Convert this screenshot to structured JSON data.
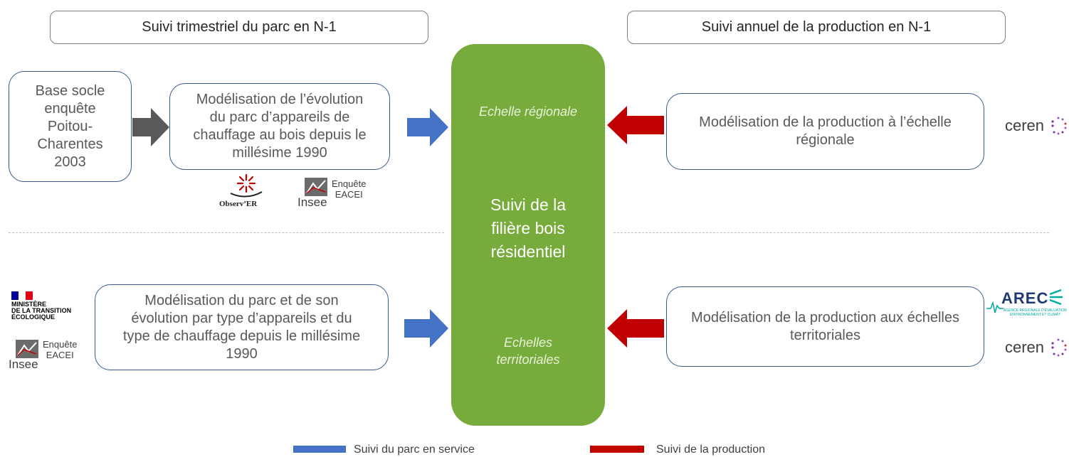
{
  "headers": {
    "left": "Suivi trimestriel du parc en N-1",
    "right": "Suivi annuel de la production en N-1"
  },
  "boxes": {
    "base_socle": [
      "Base socle",
      "enquête",
      "Poitou-",
      "Charentes",
      "2003"
    ],
    "modelisation_evolution": [
      "Modélisation de l’évolution",
      "du parc d’appareils de",
      "chauffage au bois depuis le",
      "millésime 1990"
    ],
    "production_regionale": [
      "Modélisation de la production à l’échelle",
      "régionale"
    ],
    "parc_type": [
      "Modélisation du parc et de son",
      "évolution par type d’appareils et du",
      "type de chauffage depuis le millésime",
      "1990"
    ],
    "production_territoriale": [
      "Modélisation de la production aux échelles",
      "territoriales"
    ]
  },
  "center": {
    "top_label": "Echelle régionale",
    "main": [
      "Suivi de la",
      "filière bois",
      "résidentiel"
    ],
    "bottom_label": [
      "Echelles",
      "territoriales"
    ]
  },
  "logos": {
    "observer": "Observ’ER",
    "insee": "Insee",
    "enquete_eacei": [
      "Enquête",
      "EACEI"
    ],
    "ceren": "ceren",
    "ministere": [
      "MINISTÈRE",
      "DE LA TRANSITION",
      "ÉCOLOGIQUE"
    ],
    "arec": "AREC",
    "arec_sub": [
      "AGENCE RÉGIONALE D'ÉVALUATION",
      "ENVIRONNEMENT ET CLIMAT"
    ]
  },
  "legend": {
    "parc": "Suivi du parc en service",
    "production": "Suivi de la production"
  },
  "colors": {
    "blue_arrow": "#4472c4",
    "red_arrow": "#c00000",
    "gray_arrow": "#595959",
    "center_green": "#77ab3c",
    "box_border": "#3a5a8c"
  }
}
